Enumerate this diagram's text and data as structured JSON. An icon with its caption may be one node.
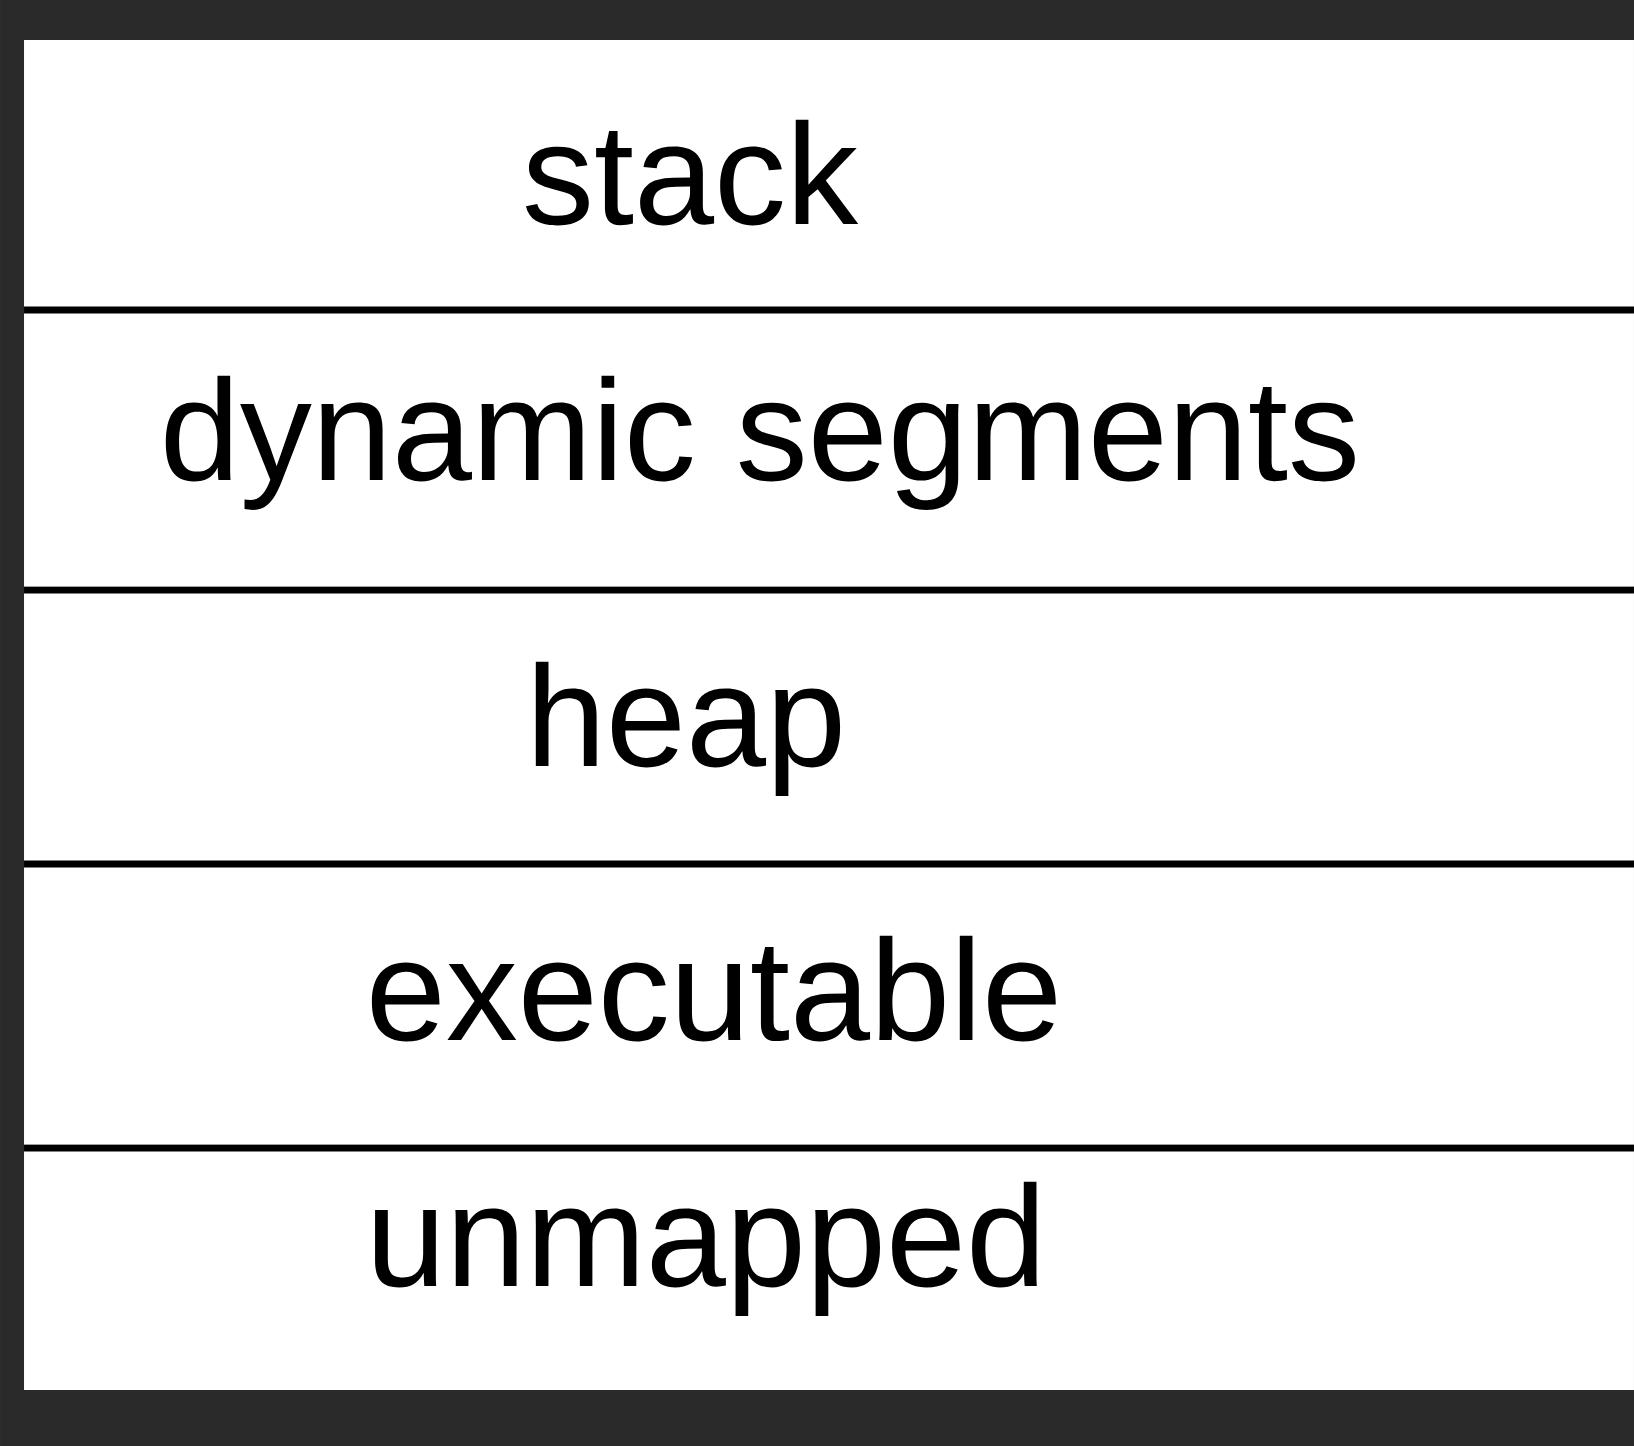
{
  "diagram": {
    "nodes": [
      {
        "text": [
          "stack"
        ]
      },
      {
        "text": [
          "dynamic segments"
        ]
      },
      {
        "text": [
          "heap"
        ]
      },
      {
        "text": [
          "executable"
        ]
      },
      {
        "text": [
          "unmapped"
        ]
      }
    ]
  }
}
